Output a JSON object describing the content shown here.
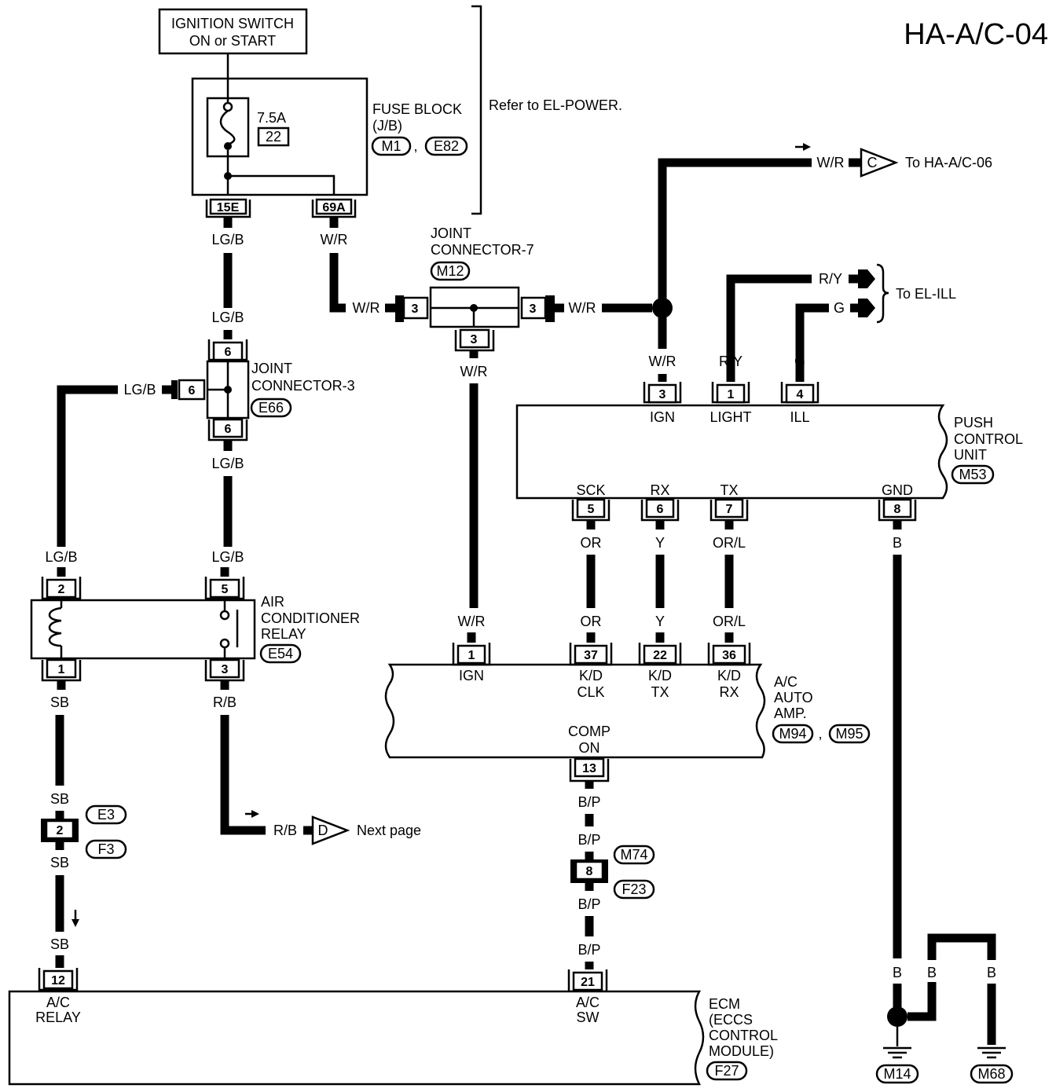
{
  "page_id": "HA-A/C-04",
  "ignition": {
    "line1": "IGNITION SWITCH",
    "line2": "ON or START"
  },
  "fuse": {
    "rating": "7.5A",
    "number": "22",
    "block_l1": "FUSE BLOCK",
    "block_l2": "(J/B)",
    "conn_a": "M1",
    "conn_b": "E82",
    "refer": "Refer to EL-POWER.",
    "pin_left": "15E",
    "pin_right": "69A"
  },
  "joint7": {
    "l1": "JOINT",
    "l2": "CONNECTOR-7",
    "conn": "M12",
    "pin_l": "3",
    "pin_r": "3",
    "pin_b": "3"
  },
  "joint3": {
    "l1": "JOINT",
    "l2": "CONNECTOR-3",
    "conn": "E66",
    "pin_t": "6",
    "pin_l": "6",
    "pin_b": "6"
  },
  "to_c": {
    "label": "C",
    "text": "To HA-A/C-06"
  },
  "to_ill": {
    "text": "To EL-ILL"
  },
  "to_d": {
    "label": "D",
    "text": "Next page"
  },
  "push": {
    "l1": "PUSH",
    "l2": "CONTROL",
    "l3": "UNIT",
    "conn": "M53",
    "top_pins": [
      {
        "pin": "3",
        "name": "IGN"
      },
      {
        "pin": "1",
        "name": "LIGHT"
      },
      {
        "pin": "4",
        "name": "ILL"
      }
    ],
    "bot_pins": [
      {
        "pin": "5",
        "name": "SCK"
      },
      {
        "pin": "6",
        "name": "RX"
      },
      {
        "pin": "7",
        "name": "TX"
      },
      {
        "pin": "8",
        "name": "GND"
      }
    ]
  },
  "relay": {
    "l1": "AIR",
    "l2": "CONDITIONER",
    "l3": "RELAY",
    "conn": "E54",
    "pin2": "2",
    "pin5": "5",
    "pin1": "1",
    "pin3": "3"
  },
  "amp": {
    "l1": "A/C",
    "l2": "AUTO",
    "l3": "AMP.",
    "conn_a": "M94",
    "conn_b": "M95",
    "pins": [
      {
        "pin": "1",
        "n1": "IGN",
        "n2": ""
      },
      {
        "pin": "37",
        "n1": "K/D",
        "n2": "CLK"
      },
      {
        "pin": "22",
        "n1": "K/D",
        "n2": "TX"
      },
      {
        "pin": "36",
        "n1": "K/D",
        "n2": "RX"
      }
    ],
    "comp_l1": "COMP",
    "comp_l2": "ON",
    "comp_pin": "13"
  },
  "ecm": {
    "l1": "ECM",
    "l2": "(ECCS",
    "l3": "CONTROL",
    "l4": "MODULE)",
    "conn": "F27",
    "pin12": "12",
    "n12a": "A/C",
    "n12b": "RELAY",
    "pin21": "21",
    "n21a": "A/C",
    "n21b": "SW"
  },
  "e3f3": {
    "pin": "2",
    "a": "E3",
    "b": "F3"
  },
  "m74f23": {
    "pin": "8",
    "a": "M74",
    "b": "F23"
  },
  "grounds": {
    "a": "M14",
    "b": "M68"
  },
  "wires": {
    "lgb": "LG/B",
    "wr": "W/R",
    "ry": "R/Y",
    "g": "G",
    "or": "OR",
    "y": "Y",
    "orl": "OR/L",
    "b": "B",
    "sb": "SB",
    "rb": "R/B",
    "bp": "B/P",
    "comma": ","
  }
}
